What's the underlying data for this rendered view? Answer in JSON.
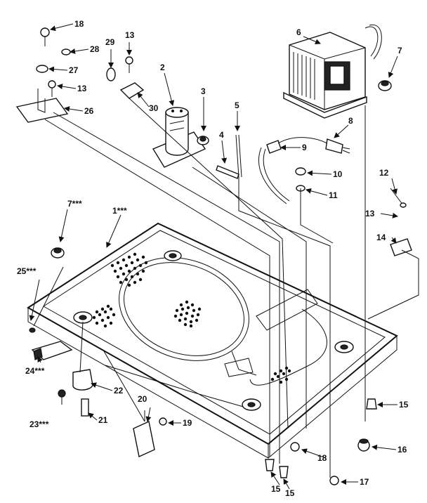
{
  "diagram": {
    "callouts": [
      {
        "id": "c18a",
        "label": "18"
      },
      {
        "id": "c28a",
        "label": "28"
      },
      {
        "id": "c27",
        "label": "27"
      },
      {
        "id": "c13a",
        "label": "13"
      },
      {
        "id": "c26",
        "label": "26"
      },
      {
        "id": "c29",
        "label": "29"
      },
      {
        "id": "c13b",
        "label": "13"
      },
      {
        "id": "c30",
        "label": "30"
      },
      {
        "id": "c2",
        "label": "2"
      },
      {
        "id": "c3",
        "label": "3"
      },
      {
        "id": "c5",
        "label": "5"
      },
      {
        "id": "c4",
        "label": "4"
      },
      {
        "id": "c6",
        "label": "6"
      },
      {
        "id": "c7a",
        "label": "7"
      },
      {
        "id": "c8",
        "label": "8"
      },
      {
        "id": "c9",
        "label": "9"
      },
      {
        "id": "c10",
        "label": "10"
      },
      {
        "id": "c11",
        "label": "11"
      },
      {
        "id": "c12",
        "label": "12"
      },
      {
        "id": "c13c",
        "label": "13"
      },
      {
        "id": "c14",
        "label": "14"
      },
      {
        "id": "c7b",
        "label": "7***"
      },
      {
        "id": "c1",
        "label": "1***"
      },
      {
        "id": "c25",
        "label": "25***"
      },
      {
        "id": "c24",
        "label": "24***"
      },
      {
        "id": "c22",
        "label": "22"
      },
      {
        "id": "c23",
        "label": "23***"
      },
      {
        "id": "c21",
        "label": "21"
      },
      {
        "id": "c20",
        "label": "20"
      },
      {
        "id": "c19",
        "label": "19"
      },
      {
        "id": "c15a",
        "label": "15"
      },
      {
        "id": "c16",
        "label": "16"
      },
      {
        "id": "c18b",
        "label": "18"
      },
      {
        "id": "c17",
        "label": "17"
      },
      {
        "id": "c15b",
        "label": "15"
      },
      {
        "id": "c15c",
        "label": "15"
      }
    ]
  }
}
